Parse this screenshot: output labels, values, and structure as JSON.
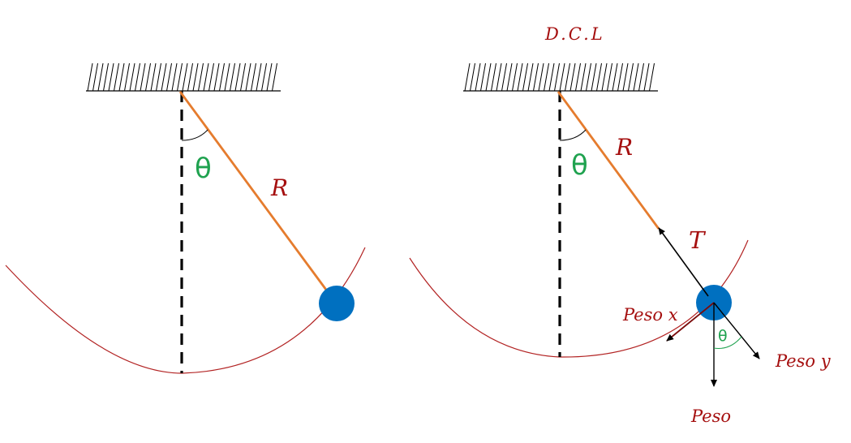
{
  "colors": {
    "rope": "#E57C2E",
    "arc": "#B22222",
    "bob": "#0070C0",
    "label_dark_red": "#A50F0F",
    "theta_green": "#1FA24F",
    "line_black": "#000000"
  },
  "icons": {
    "ceiling": "hatched-ceiling-icon",
    "bob": "pendulum-bob-icon",
    "arrow": "arrowhead-icon"
  },
  "left_diagram": {
    "theta_label": "θ",
    "length_label": "R"
  },
  "right_diagram": {
    "title": "D.C.L",
    "theta_label": "θ",
    "length_label": "R",
    "tension_label": "T",
    "weight_x_label": "Peso x",
    "weight_y_label": "Peso y",
    "weight_label": "Peso",
    "small_theta_label": "θ"
  }
}
